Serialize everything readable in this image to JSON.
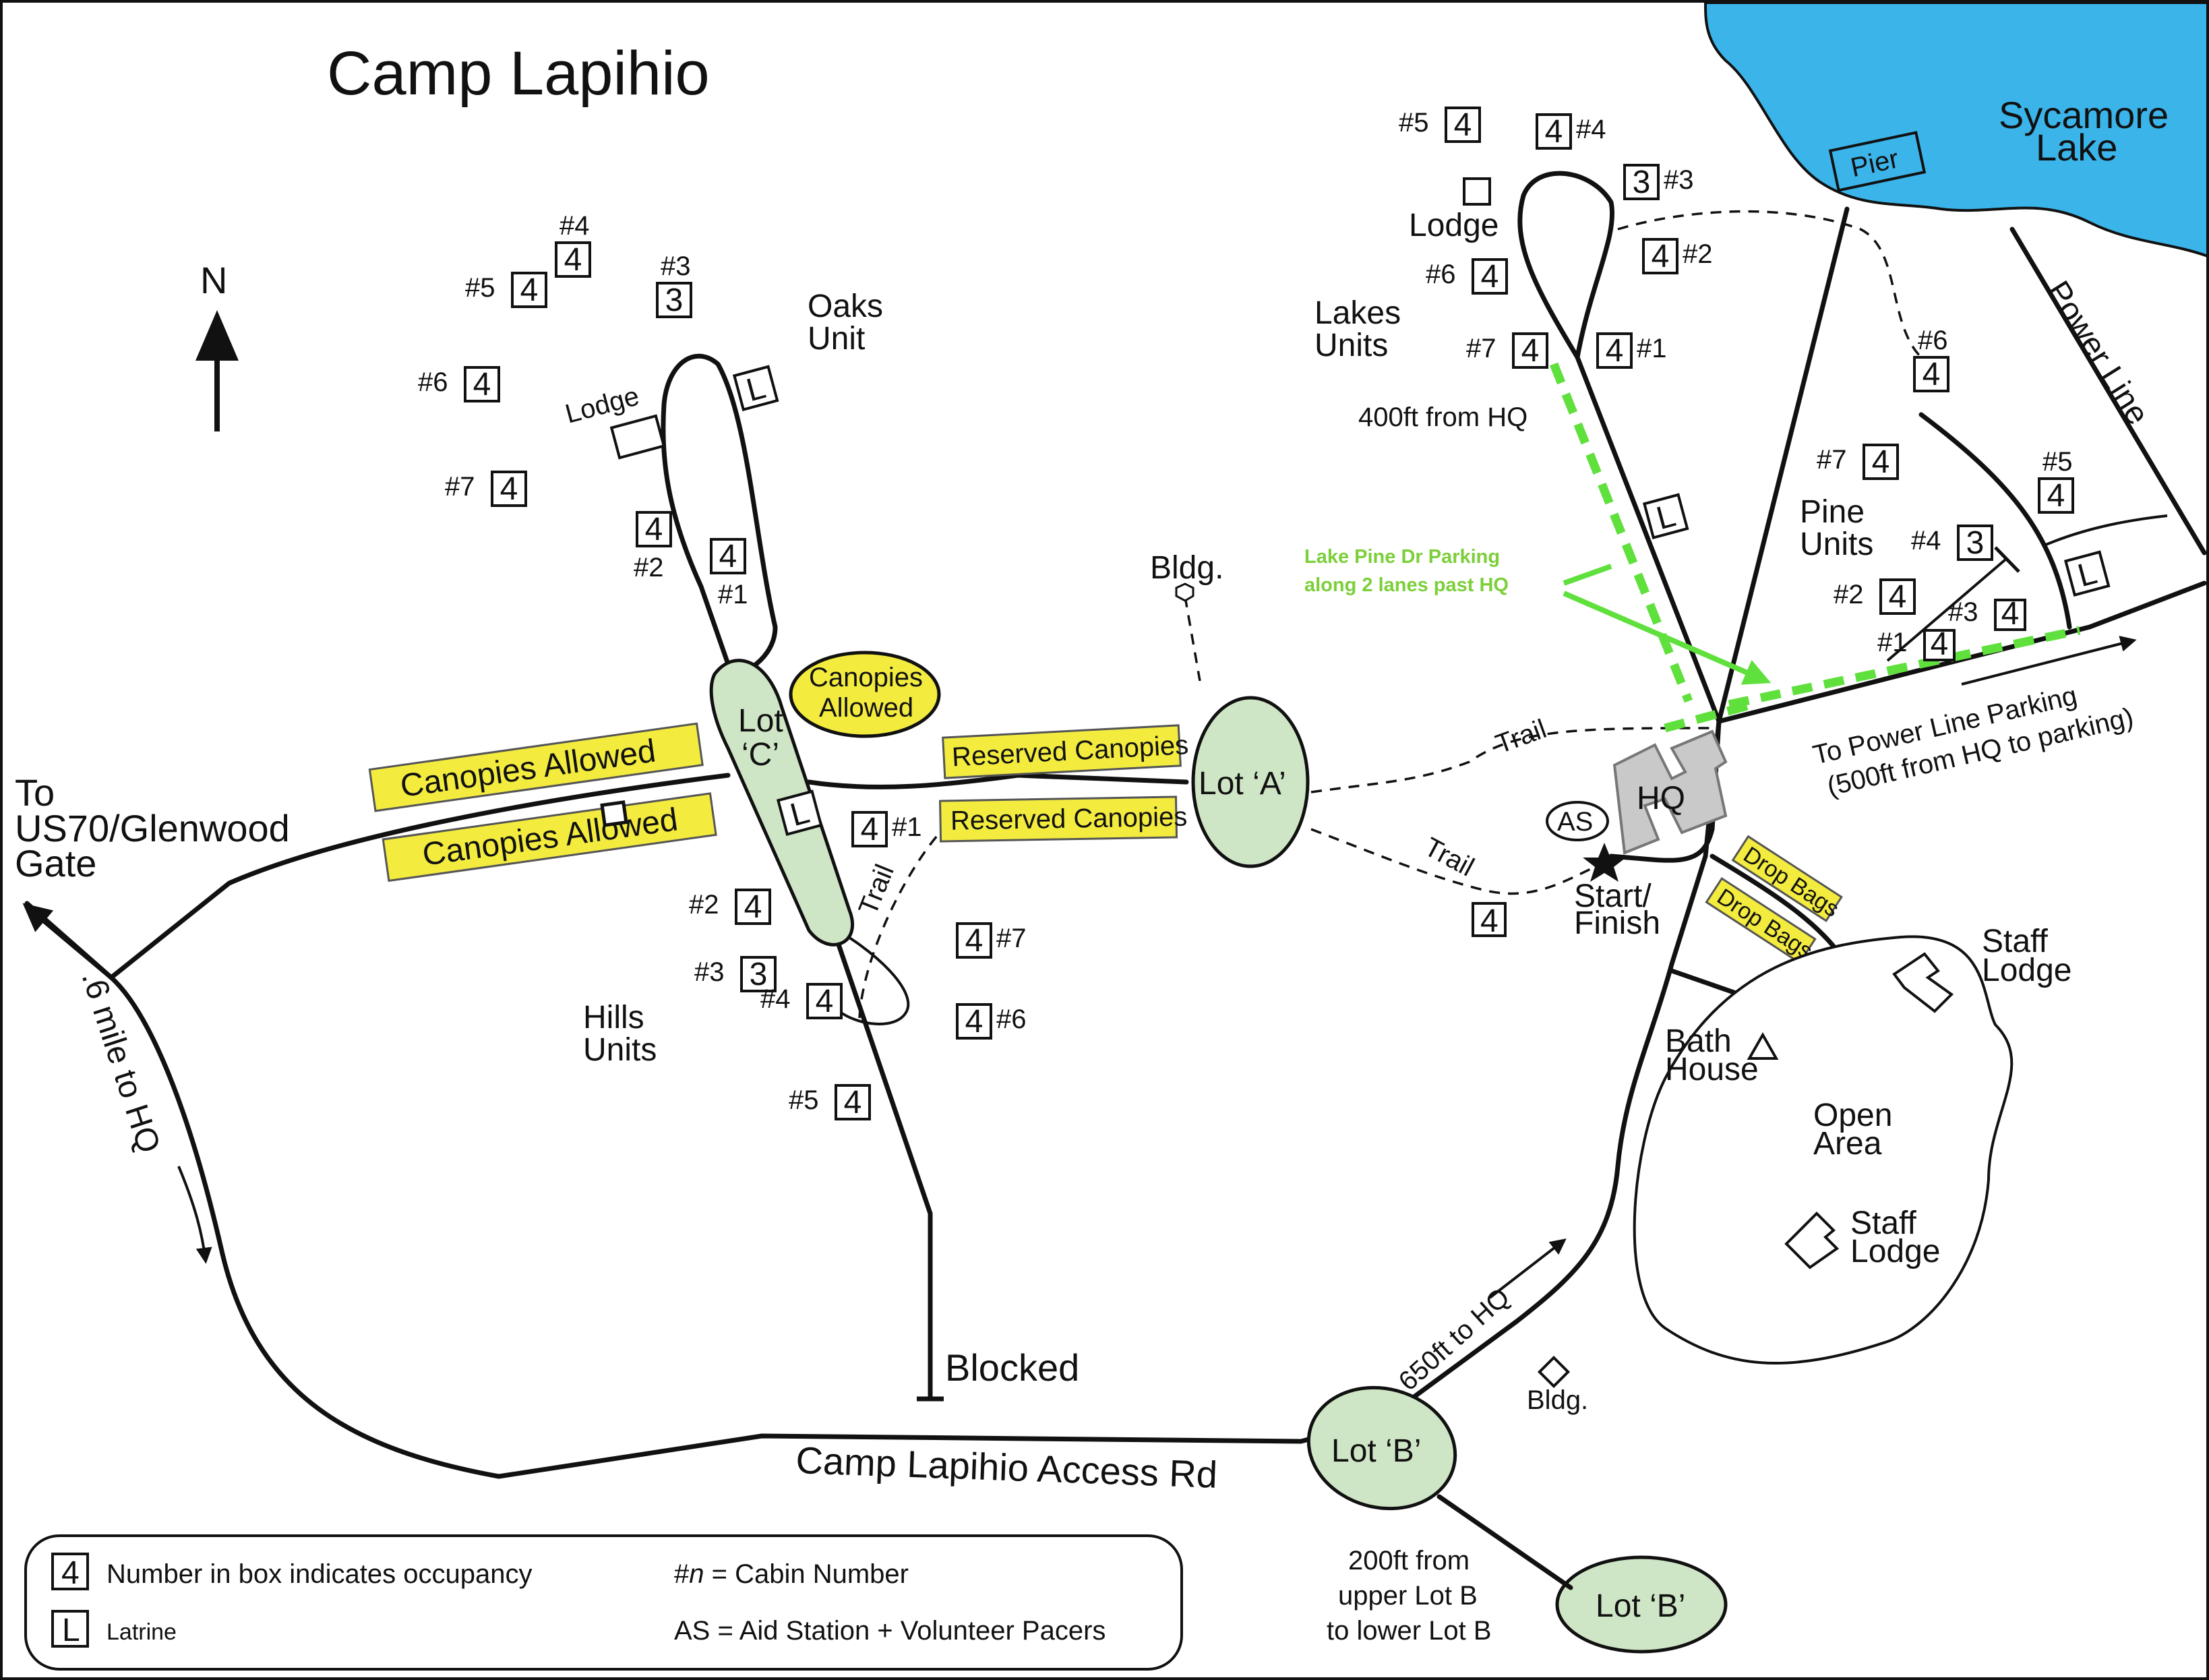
{
  "title": "Camp Lapihio",
  "colors": {
    "lake": "#3bb4ea",
    "lot": "#cfe6c6",
    "canopy_yellow": "#f3ec3f",
    "parking_green": "#5fe03c",
    "hq_gray": "#c9c9c9"
  },
  "north_label": "N",
  "lake": {
    "name_line1": "Sycamore",
    "name_line2": "Lake",
    "pier": "Pier"
  },
  "power_line": "Power Line",
  "units": {
    "oaks": {
      "line1": "Oaks",
      "line2": "Unit",
      "lodge": "Lodge",
      "latrine": "L",
      "cabins": [
        {
          "num": "#1",
          "occ": "4"
        },
        {
          "num": "#2",
          "occ": "4"
        },
        {
          "num": "#3",
          "occ": "3"
        },
        {
          "num": "#4",
          "occ": "4"
        },
        {
          "num": "#5",
          "occ": "4"
        },
        {
          "num": "#6",
          "occ": "4"
        },
        {
          "num": "#7",
          "occ": "4"
        }
      ]
    },
    "lakes": {
      "line1": "Lakes",
      "line2": "Units",
      "lodge": "Lodge",
      "latrine": "L",
      "distance": "400ft from HQ",
      "cabins": [
        {
          "num": "#1",
          "occ": "4"
        },
        {
          "num": "#2",
          "occ": "4"
        },
        {
          "num": "#3",
          "occ": "3"
        },
        {
          "num": "#4",
          "occ": "4"
        },
        {
          "num": "#5",
          "occ": "4"
        },
        {
          "num": "#6",
          "occ": "4"
        },
        {
          "num": "#7",
          "occ": "4"
        }
      ]
    },
    "pine": {
      "line1": "Pine",
      "line2": "Units",
      "latrine": "L",
      "cabins": [
        {
          "num": "#1",
          "occ": "4"
        },
        {
          "num": "#2",
          "occ": "4"
        },
        {
          "num": "#3",
          "occ": "4"
        },
        {
          "num": "#4",
          "occ": "3"
        },
        {
          "num": "#5",
          "occ": "4"
        },
        {
          "num": "#6",
          "occ": "4"
        },
        {
          "num": "#7",
          "occ": "4"
        }
      ]
    },
    "hills": {
      "line1": "Hills",
      "line2": "Units",
      "latrine": "L",
      "cabins": [
        {
          "num": "#1",
          "occ": "4"
        },
        {
          "num": "#2",
          "occ": "4"
        },
        {
          "num": "#3",
          "occ": "3"
        },
        {
          "num": "#4",
          "occ": "4"
        },
        {
          "num": "#5",
          "occ": "4"
        },
        {
          "num": "#6",
          "occ": "4"
        },
        {
          "num": "#7",
          "occ": "4"
        }
      ]
    }
  },
  "lots": {
    "c_line1": "Lot",
    "c_line2": "‘C’",
    "a": "Lot ‘A’",
    "b_upper": "Lot ‘B’",
    "b_lower": "Lot ‘B’"
  },
  "canopies": {
    "allowed_oval_line1": "Canopies",
    "allowed_oval_line2": "Allowed",
    "allowed_1": "Canopies Allowed",
    "allowed_2": "Canopies Allowed",
    "reserved_1": "Reserved Canopies",
    "reserved_2": "Reserved Canopies"
  },
  "labels": {
    "to_gate_1": "To",
    "to_gate_2": "US70/Glenwood",
    "to_gate_3": "Gate",
    "mile_to_hq": ".6 mile to HQ",
    "blocked": "Blocked",
    "access_rd": "Camp Lapihio Access Rd",
    "bldg_upper": "Bldg.",
    "bldg_lower": "Bldg.",
    "trail_hills": "Trail",
    "trail_upper": "Trail",
    "trail_lower": "Trail",
    "hq": "HQ",
    "as": "AS",
    "start_finish_1": "Start/",
    "start_finish_2": "Finish",
    "bath_1": "Bath",
    "bath_2": "House",
    "open_1": "Open",
    "open_2": "Area",
    "staff_lodge_1_l1": "Staff",
    "staff_lodge_1_l2": "Lodge",
    "staff_lodge_2_l1": "Staff",
    "staff_lodge_2_l2": "Lodge",
    "drop_bags_1": "Drop Bags",
    "drop_bags_2": "Drop Bags",
    "ft650": "650ft to HQ",
    "lotb_dist_1": "200ft from",
    "lotb_dist_2": "upper Lot B",
    "lotb_dist_3": "to lower Lot B",
    "lake_pine_1": "Lake Pine Dr Parking",
    "lake_pine_2": "along 2 lanes past HQ",
    "power_parking_1": "To Power Line Parking",
    "power_parking_2": "(500ft from HQ to parking)",
    "extra_cabin": "4"
  },
  "legend": {
    "occ_sample": "4",
    "occ_text": "Number in box indicates occupancy",
    "latrine_sample": "L",
    "latrine_text": "Latrine",
    "cabin_num_prefix": "#",
    "cabin_num_var": "n",
    "cabin_num_text": " = Cabin Number",
    "as_text": "AS = Aid Station + Volunteer Pacers"
  }
}
